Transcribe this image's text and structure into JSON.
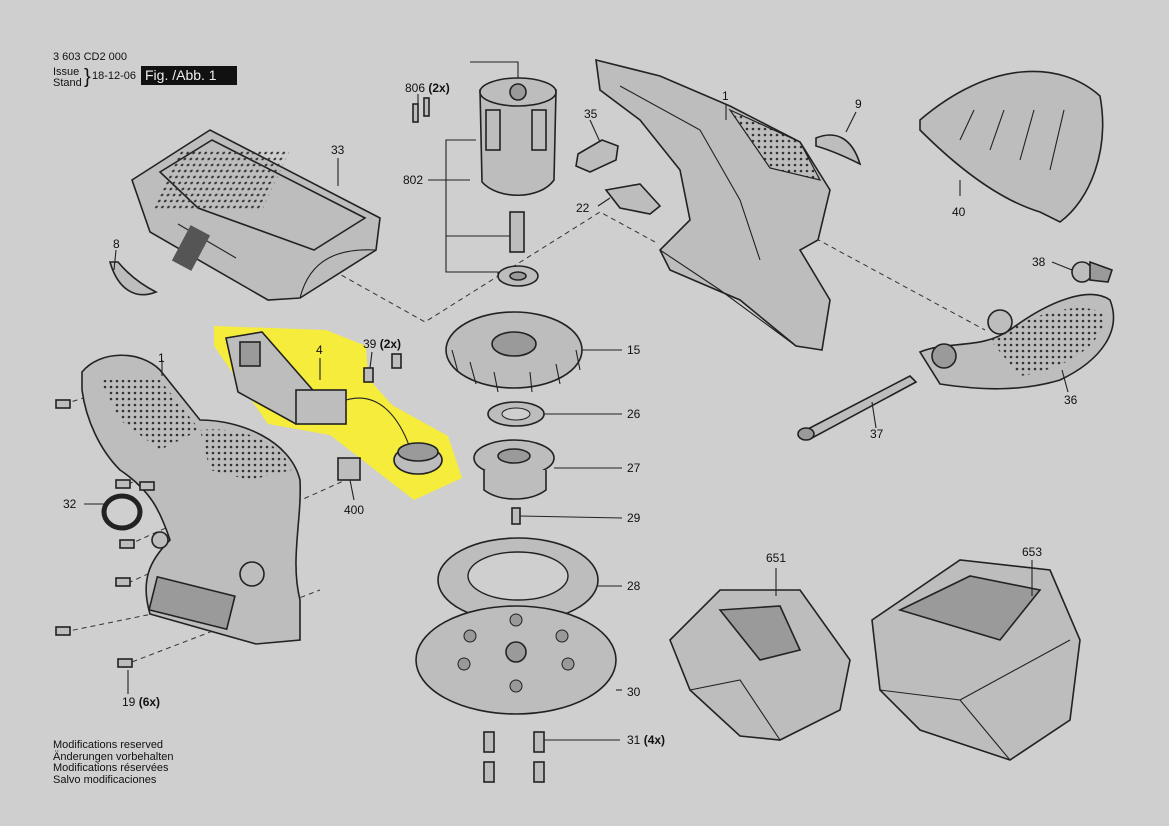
{
  "header": {
    "drawing_number": "3 603 CD2 000",
    "issue_label": "Issue",
    "stand_label": "Stand",
    "issue_date": "18-12-06",
    "figure_label": "Fig. /Abb. 1"
  },
  "notes": [
    "Modifications reserved",
    "Änderungen vorbehalten",
    "Modifications réservées",
    "Salvo modificaciones"
  ],
  "highlight_color": "#f5ec3b",
  "callouts": [
    {
      "id": "1a",
      "label": "1",
      "qty": ""
    },
    {
      "id": "1b",
      "label": "1",
      "qty": ""
    },
    {
      "id": "4",
      "label": "4",
      "qty": ""
    },
    {
      "id": "8",
      "label": "8",
      "qty": ""
    },
    {
      "id": "9",
      "label": "9",
      "qty": ""
    },
    {
      "id": "15",
      "label": "15",
      "qty": ""
    },
    {
      "id": "19",
      "label": "19",
      "qty": "(6x)"
    },
    {
      "id": "22",
      "label": "22",
      "qty": ""
    },
    {
      "id": "26",
      "label": "26",
      "qty": ""
    },
    {
      "id": "27",
      "label": "27",
      "qty": ""
    },
    {
      "id": "28",
      "label": "28",
      "qty": ""
    },
    {
      "id": "29",
      "label": "29",
      "qty": ""
    },
    {
      "id": "30",
      "label": "30",
      "qty": ""
    },
    {
      "id": "31",
      "label": "31",
      "qty": "(4x)"
    },
    {
      "id": "32",
      "label": "32",
      "qty": ""
    },
    {
      "id": "33",
      "label": "33",
      "qty": ""
    },
    {
      "id": "35",
      "label": "35",
      "qty": ""
    },
    {
      "id": "36",
      "label": "36",
      "qty": ""
    },
    {
      "id": "37",
      "label": "37",
      "qty": ""
    },
    {
      "id": "38",
      "label": "38",
      "qty": ""
    },
    {
      "id": "39",
      "label": "39",
      "qty": "(2x)"
    },
    {
      "id": "40",
      "label": "40",
      "qty": ""
    },
    {
      "id": "400",
      "label": "400",
      "qty": ""
    },
    {
      "id": "651",
      "label": "651",
      "qty": ""
    },
    {
      "id": "653",
      "label": "653",
      "qty": ""
    },
    {
      "id": "802",
      "label": "802",
      "qty": ""
    },
    {
      "id": "806",
      "label": "806",
      "qty": "(2x)"
    }
  ]
}
